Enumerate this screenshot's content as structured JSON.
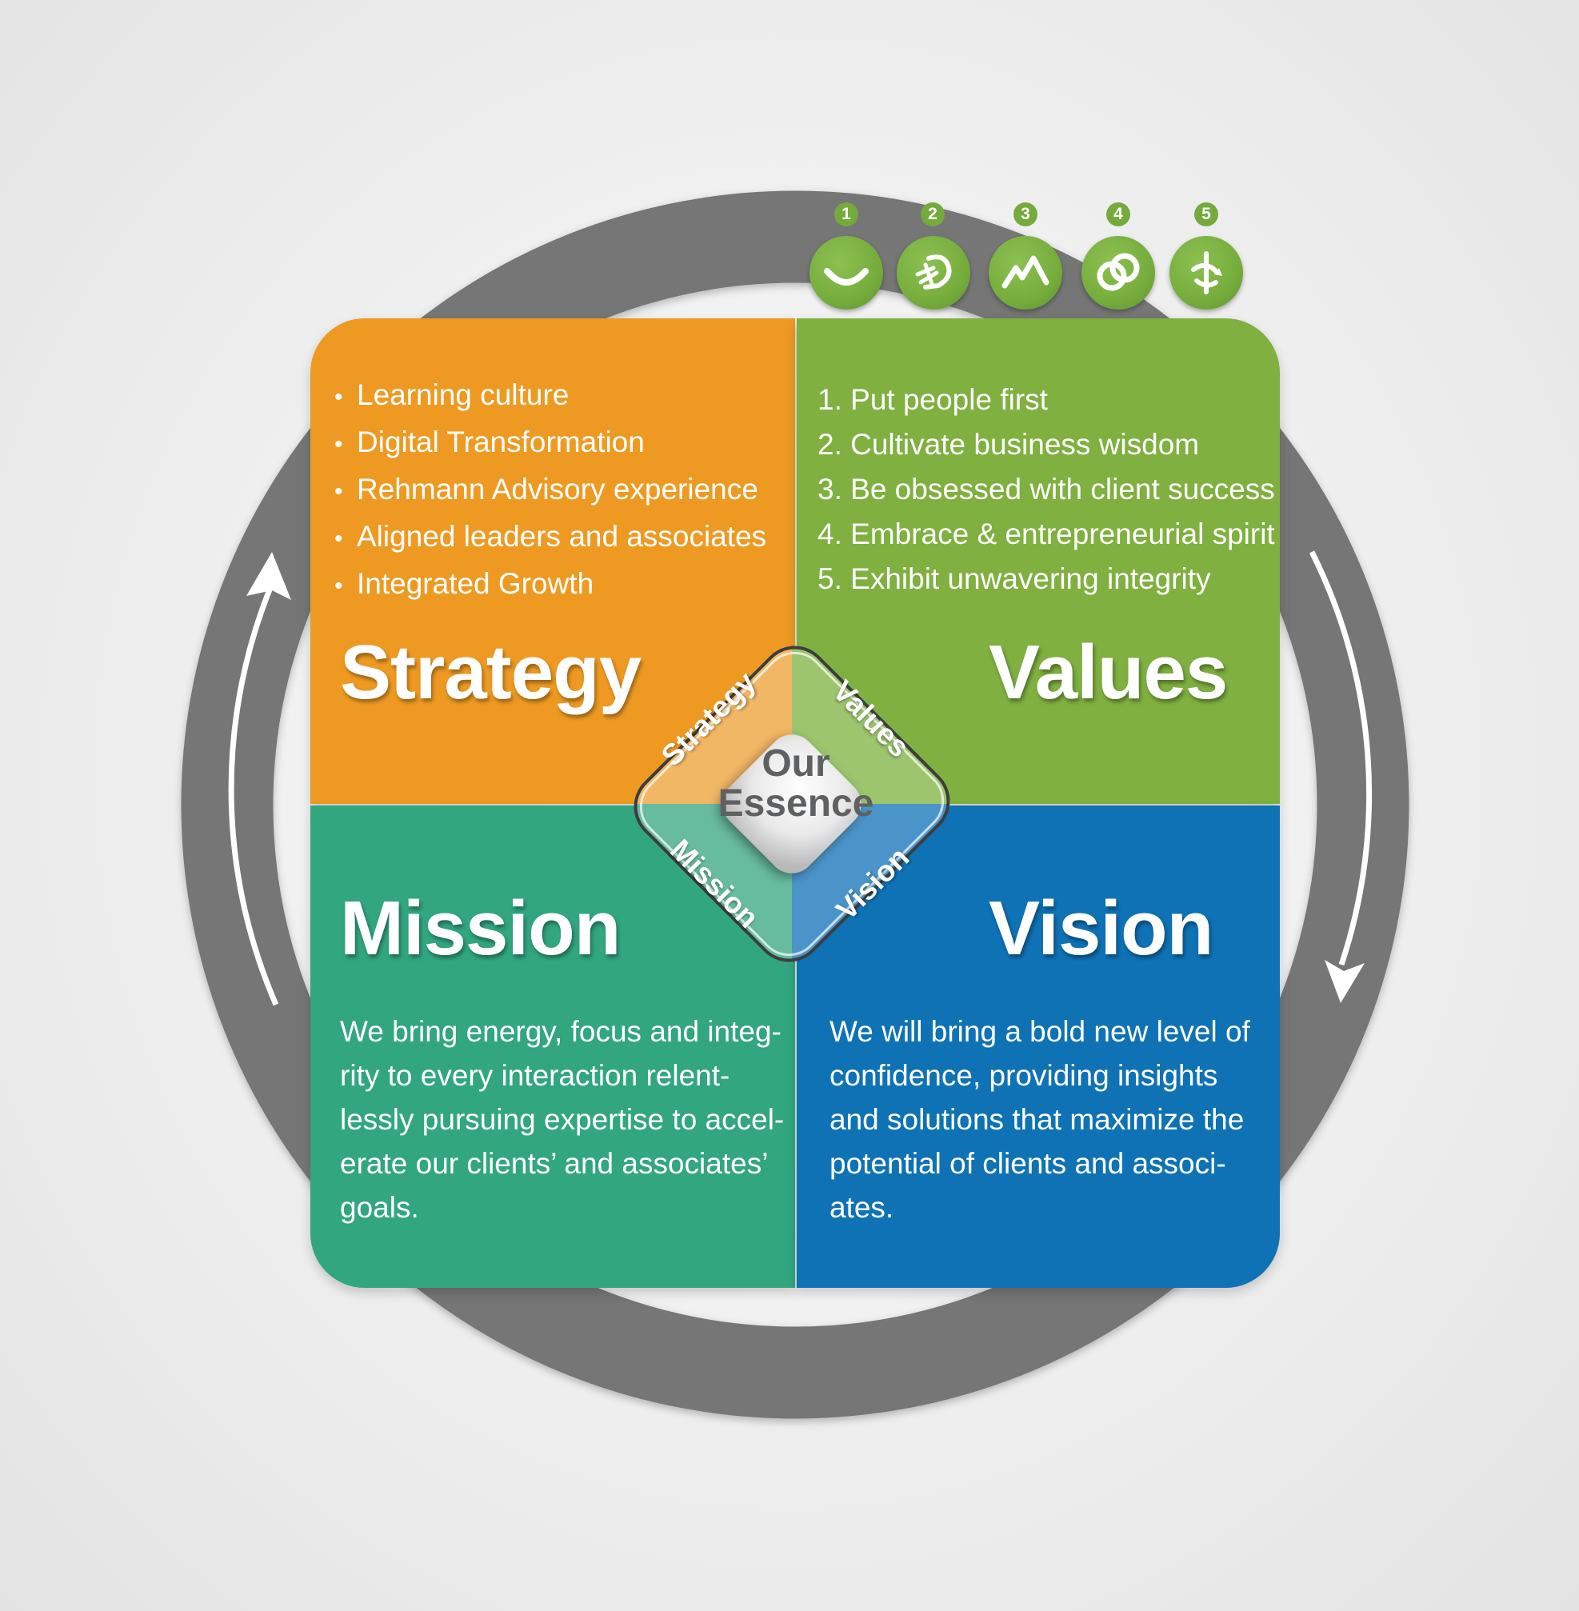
{
  "diagram": {
    "center_label_line1": "Our",
    "center_label_line2": "Essence",
    "inner_ring_labels": {
      "strategy": "Strategy",
      "values": "Values",
      "mission": "Mission",
      "vision": "Vision"
    }
  },
  "quadrants": {
    "strategy": {
      "title": "Strategy",
      "color": "#ee9a22",
      "items": [
        "Learning culture",
        "Digital Transformation",
        "Rehmann Advisory experience",
        "Aligned leaders and associates",
        "Integrated Growth"
      ]
    },
    "values": {
      "title": "Values",
      "color": "#7fb040",
      "items": [
        "1.  Put people first",
        "2.  Cultivate business wisdom",
        "3.  Be obsessed with client success",
        "4.  Embrace & entrepreneurial spirit",
        "5.  Exhibit unwavering integrity"
      ],
      "icons": [
        {
          "number": "1",
          "icon": "smile-icon"
        },
        {
          "number": "2",
          "icon": "handshake-icon"
        },
        {
          "number": "3",
          "icon": "mountain-peak-icon"
        },
        {
          "number": "4",
          "icon": "interlocking-rings-icon"
        },
        {
          "number": "5",
          "icon": "compass-arrows-icon"
        }
      ]
    },
    "mission": {
      "title": "Mission",
      "color": "#31a67f",
      "lines": [
        "We bring energy, focus and integ-",
        "rity to every interaction relent-",
        "lessly pursuing expertise to accel-",
        "erate our clients’ and associates’",
        "goals."
      ]
    },
    "vision": {
      "title": "Vision",
      "color": "#0e72b5",
      "lines": [
        "We will bring a bold new level of",
        "confidence, providing insights",
        "and solutions that maximize the",
        "potential of clients and associ-",
        "ates."
      ]
    }
  },
  "colors": {
    "cycle_ring": "#757674",
    "arrow": "#ffffff",
    "center_text": "#5f6062"
  }
}
